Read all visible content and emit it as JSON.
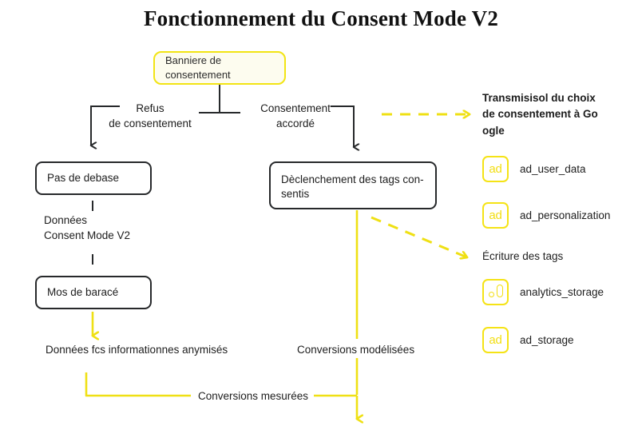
{
  "title": "Fonctionnement du Consent Mode V2",
  "colors": {
    "yellow": "#EFE014",
    "dark": "#27292B",
    "text": "#1D1D1D",
    "banner_fill": "#FDFCEF"
  },
  "nodes": {
    "banner": "Banniere de consentement",
    "no_database": "Pas de debase",
    "modeled_box": "Mos de baracé",
    "tags_triggered_line1": "Dèclenchement des tags con-",
    "tags_triggered_line2": "sentis"
  },
  "edge_labels": {
    "refusal_line1": "Refus",
    "refusal_line2": "de consentement",
    "consent_line1": "Consentement",
    "consent_line2": "accordé",
    "data_bold": "Données",
    "data_rest": "Consent Mode V2",
    "anonymized_data": "Données fcs informationnes anymisés",
    "modeled_conversions": "Conversions  modélisées",
    "measured_conversions": "Conversions mesurées"
  },
  "right_panel": {
    "transmission_line1": "Transmisisol du choix",
    "transmission_line2": "de consentement à Go",
    "transmission_line3": "ogle",
    "write_tags_heading": "Écriture des tags",
    "consent_tags": [
      {
        "icon": "ad-icon",
        "icon_text": "ad",
        "label": "ad_user_data"
      },
      {
        "icon": "ad-icon",
        "icon_text": "ad",
        "label": "ad_personalization"
      }
    ],
    "storage_tags": [
      {
        "icon": "analytics-icon",
        "icon_text": "",
        "label": "analytics_storage"
      },
      {
        "icon": "ad-icon",
        "icon_text": "ad",
        "label": "ad_storage"
      }
    ]
  }
}
